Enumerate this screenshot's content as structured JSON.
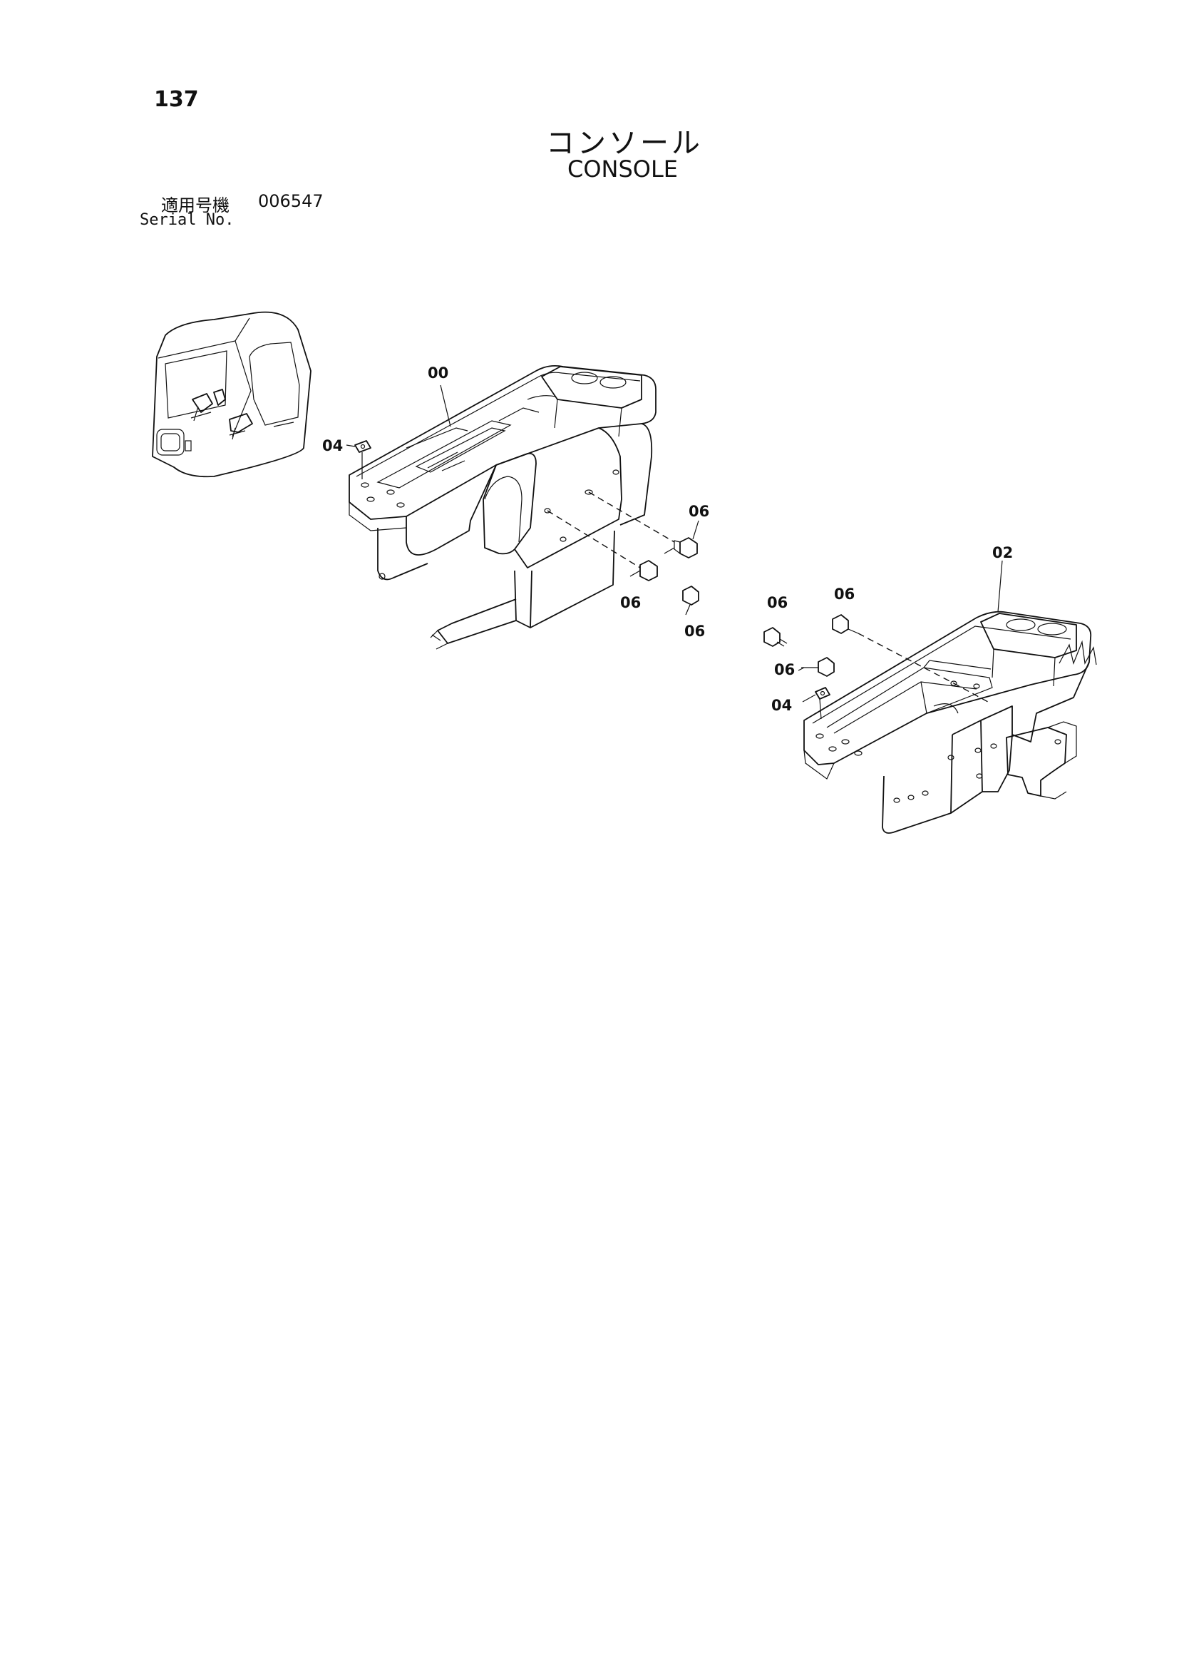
{
  "header": {
    "page_number": "137",
    "title_jp": "コンソール",
    "title_en": "CONSOLE",
    "serial_label_jp": "適用号機",
    "serial_value": "006547",
    "serial_label_en": "Serial No."
  },
  "diagram": {
    "callouts": [
      {
        "id": "c-00-left",
        "label": "00"
      },
      {
        "id": "c-04-left",
        "label": "04"
      },
      {
        "id": "c-06-a",
        "label": "06"
      },
      {
        "id": "c-06-b",
        "label": "06"
      },
      {
        "id": "c-06-c",
        "label": "06"
      },
      {
        "id": "c-02-right",
        "label": "02"
      },
      {
        "id": "c-06-d",
        "label": "06"
      },
      {
        "id": "c-06-e",
        "label": "06"
      },
      {
        "id": "c-06-f",
        "label": "06"
      },
      {
        "id": "c-04-right",
        "label": "04"
      }
    ]
  }
}
